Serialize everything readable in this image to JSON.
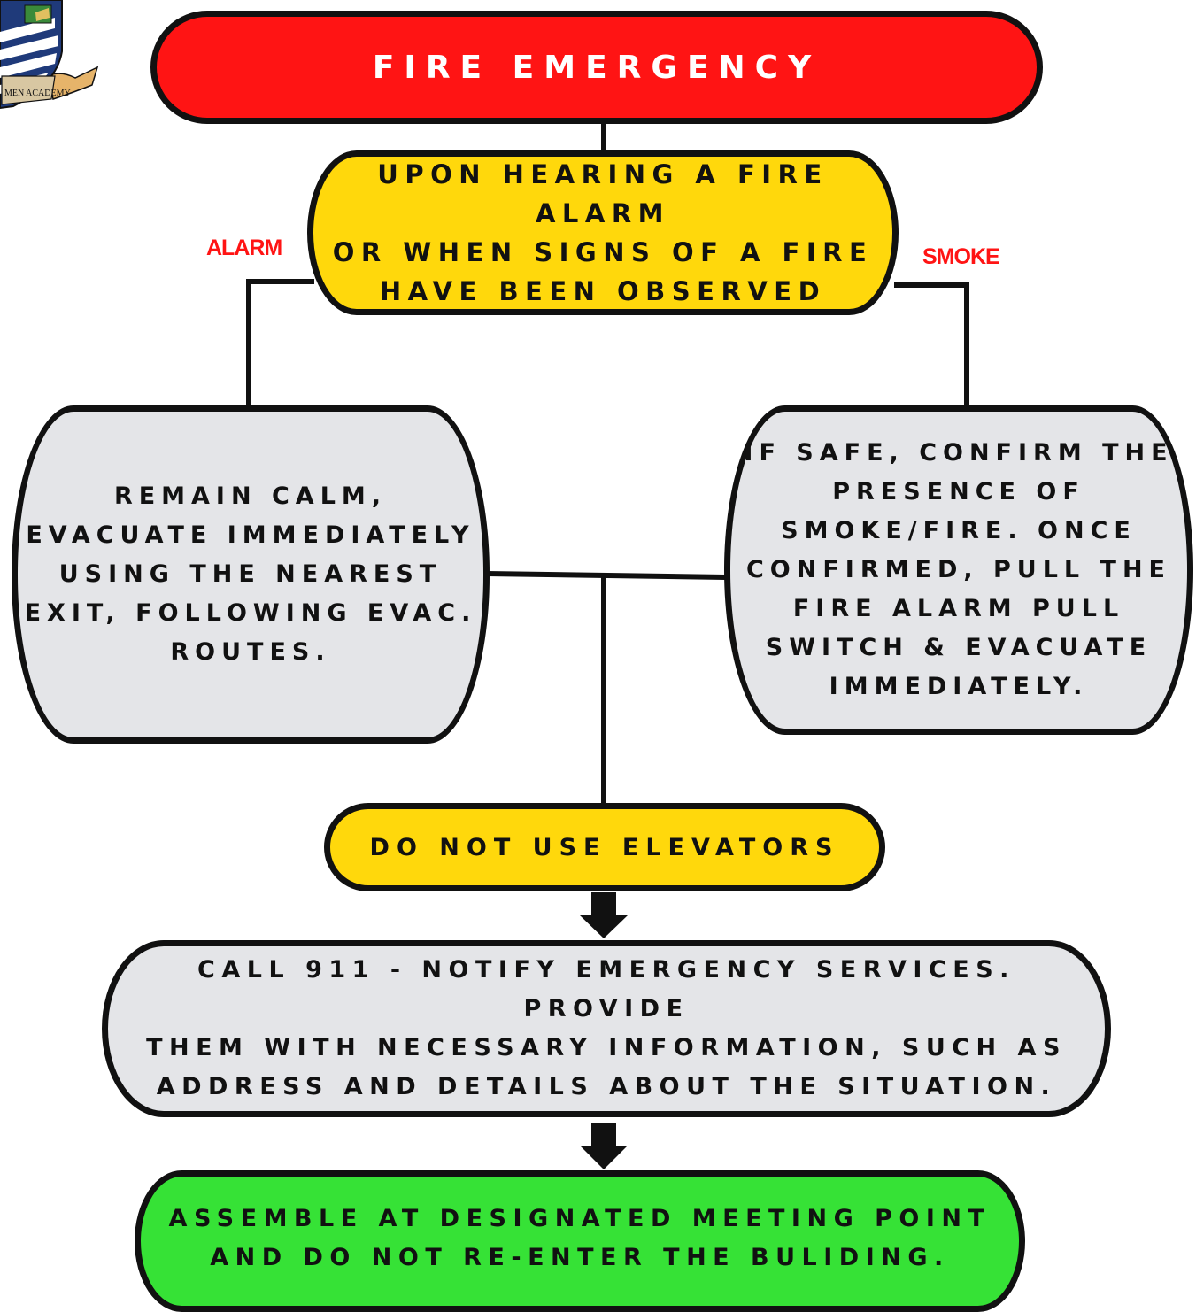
{
  "logo": {
    "ribbon_text": "MEN ACADEMY"
  },
  "labels": {
    "left": "ALARM",
    "right": "SMOKE"
  },
  "nodes": {
    "title": [
      "FIRE EMERGENCY"
    ],
    "trigger": [
      "UPON HEARING A FIRE ALARM",
      "OR WHEN SIGNS OF A FIRE",
      "HAVE BEEN OBSERVED"
    ],
    "alarm_action": [
      "REMAIN CALM,",
      "EVACUATE IMMEDIATELY",
      "USING THE NEAREST",
      "EXIT, FOLLOWING EVAC.",
      "ROUTES."
    ],
    "smoke_action": [
      "IF SAFE, CONFIRM THE",
      "PRESENCE OF",
      "SMOKE/FIRE. ONCE",
      "CONFIRMED, PULL THE",
      "FIRE ALARM PULL",
      "SWITCH & EVACUATE",
      "IMMEDIATELY."
    ],
    "elevators": [
      "DO NOT USE ELEVATORS"
    ],
    "call": [
      "CALL 911 - NOTIFY EMERGENCY SERVICES. PROVIDE",
      "THEM WITH NECESSARY INFORMATION, SUCH AS",
      "ADDRESS AND DETAILS ABOUT THE SITUATION."
    ],
    "assemble": [
      "ASSEMBLE AT DESIGNATED MEETING POINT",
      "AND DO NOT RE-ENTER THE BULIDING."
    ]
  },
  "colors": {
    "title_fill": "#ff1414",
    "caution_fill": "#ffd80c",
    "step_fill": "#e4e5e8",
    "final_fill": "#36e236",
    "label_text": "#ff1414",
    "outline": "#111111"
  }
}
